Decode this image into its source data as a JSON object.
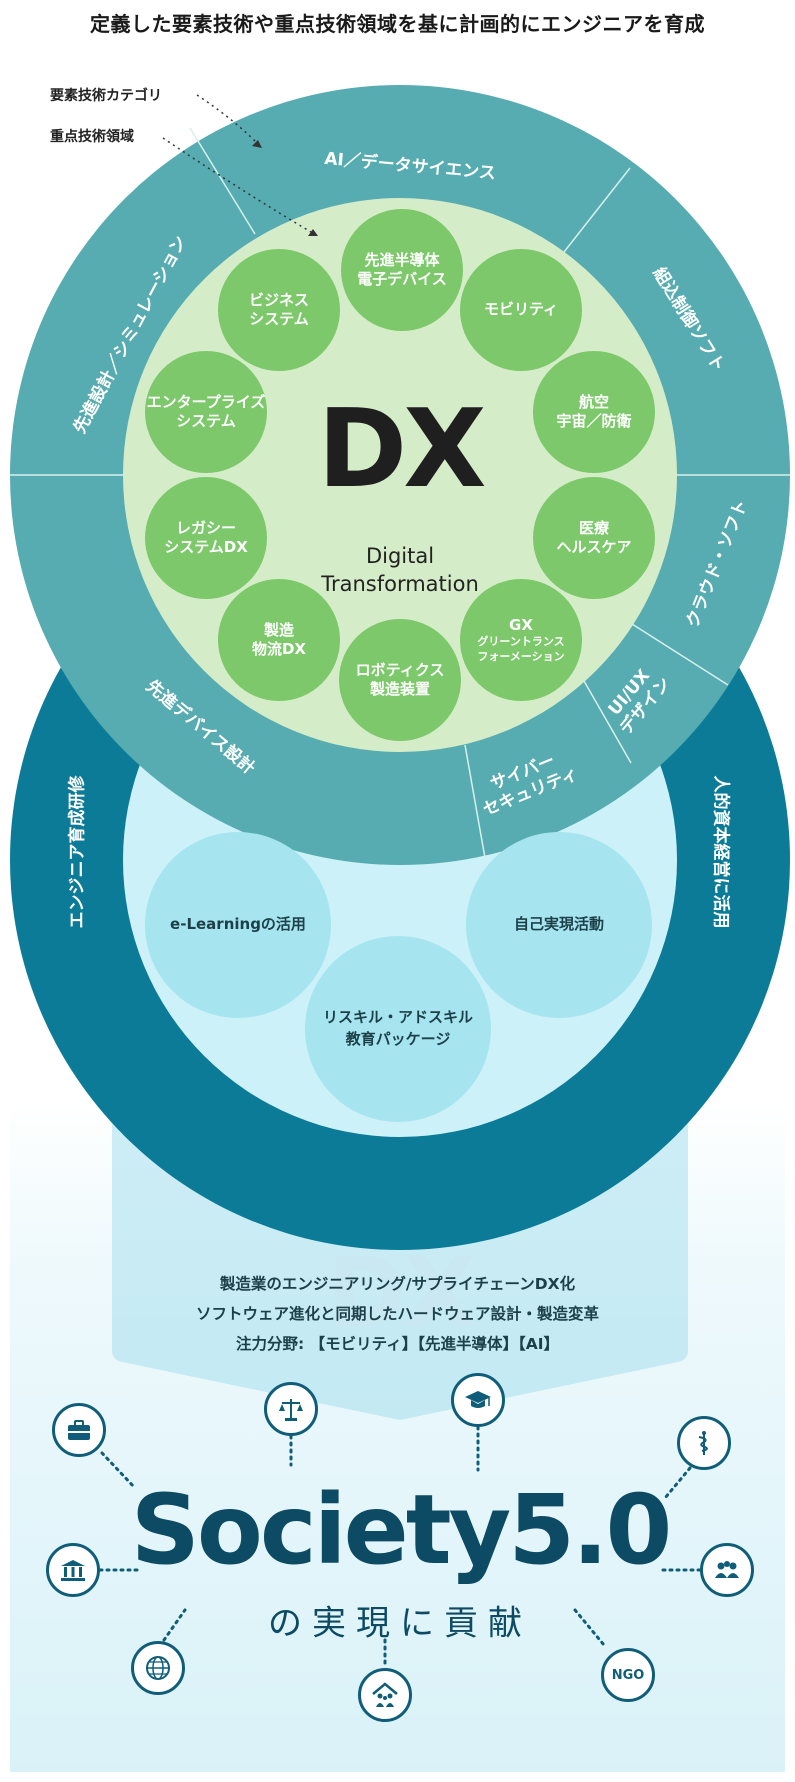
{
  "headline": "定義した要素技術や重点技術領域を基に計画的にエンジニアを育成",
  "notes": {
    "category": "要素技術カテゴリ",
    "focus": "重点技術領域"
  },
  "outer_ring": {
    "ai": "AI／データサイエンス",
    "embedded": "組込制御ソフト",
    "cloud": "クラウド・ソフト",
    "uiux_1": "UI/UX",
    "uiux_2": "デザイン",
    "security_1": "サイバー",
    "security_2": "セキュリティ",
    "device": "先進デバイス設計",
    "simulation": "先進設計／シミュレーション"
  },
  "dx": {
    "title": "DX",
    "sub_1": "Digital",
    "sub_2": "Transformation",
    "items": [
      {
        "line1": "先進半導体",
        "line2": "電子デバイス"
      },
      {
        "line1": "モビリティ",
        "line2": ""
      },
      {
        "line1": "航空",
        "line2": "宇宙／防衛"
      },
      {
        "line1": "医療",
        "line2": "ヘルスケア"
      },
      {
        "line1": "GX",
        "line2": "グリーントランス",
        "line3": "フォーメーション"
      },
      {
        "line1": "ロボティクス",
        "line2": "製造装置"
      },
      {
        "line1": "製造",
        "line2": "物流DX"
      },
      {
        "line1": "レガシー",
        "line2": "システムDX"
      },
      {
        "line1": "エンタープライズ",
        "line2": "システム"
      },
      {
        "line1": "ビジネス",
        "line2": "システム"
      }
    ]
  },
  "training": {
    "left_label": "エンジニア育成研修",
    "right_label": "人的資本経営に活用",
    "items": [
      {
        "line1": "e-Learningの活用",
        "line2": ""
      },
      {
        "line1": "自己実現活動",
        "line2": ""
      },
      {
        "line1": "リスキル・アドスキル",
        "line2": "教育パッケージ"
      }
    ]
  },
  "society": {
    "line1": "製造業のエンジニアリング/サプライチェーンDX化",
    "line2": "ソフトウェア進化と同期したハードウェア設計・製造変革",
    "line3": "注力分野: 【モビリティ】【先進半導体】【AI】",
    "watermark": "DX",
    "title": "Society5.0",
    "subtitle": "の実現に貢献",
    "icons": [
      "briefcase-icon",
      "scale-icon",
      "graduation-cap-icon",
      "medical-icon",
      "government-icon",
      "people-icon",
      "globe-icon",
      "community-icon",
      "ngo-icon"
    ],
    "ngo_label": "NGO"
  },
  "colors": {
    "teal_outer": "#56acb1",
    "green_inner": "#d5ecc9",
    "green_circle": "#7cc86a",
    "dark_teal": "#0b7b97",
    "light_blue": "#cdf1f8",
    "blue_circle": "#a6e5ef",
    "navy_text": "#0d4a63"
  }
}
